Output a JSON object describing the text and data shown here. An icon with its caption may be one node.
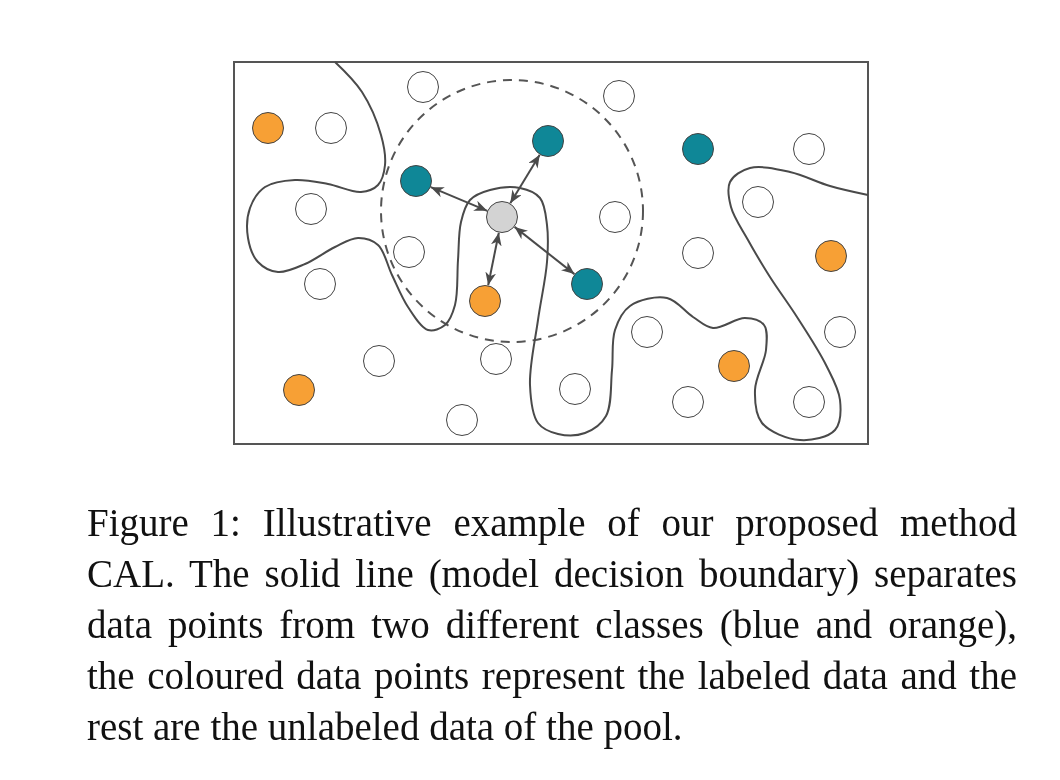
{
  "diagram": {
    "caption": "Figure 1: Illustrative example of our proposed method CAL. The solid line (model decision boundary) separates data points from two different classes (blue and orange), the coloured data points represent the labeled data and the rest are the unlabeled data of the pool.",
    "nodes": [
      {
        "text": [],
        "shape": "circle"
      },
      {
        "text": [],
        "shape": "circle"
      },
      {
        "text": [],
        "shape": "circle"
      },
      {
        "text": [],
        "shape": "circle"
      },
      {
        "text": [],
        "shape": "circle"
      },
      {
        "text": [],
        "shape": "circle"
      },
      {
        "text": [],
        "shape": "circle"
      },
      {
        "text": [],
        "shape": "circle"
      },
      {
        "text": [],
        "shape": "circle"
      },
      {
        "text": [],
        "shape": "circle"
      },
      {
        "text": [],
        "shape": "circle"
      },
      {
        "text": [],
        "shape": "circle"
      },
      {
        "text": [],
        "shape": "circle"
      },
      {
        "text": [],
        "shape": "circle"
      },
      {
        "text": [],
        "shape": "circle"
      },
      {
        "text": [],
        "shape": "circle"
      },
      {
        "text": [],
        "shape": "circle"
      },
      {
        "text": [],
        "shape": "circle"
      },
      {
        "text": [],
        "shape": "circle"
      },
      {
        "text": [],
        "shape": "circle"
      },
      {
        "text": [],
        "shape": "circle"
      },
      {
        "text": [],
        "shape": "circle"
      },
      {
        "text": [],
        "shape": "circle"
      },
      {
        "text": [],
        "shape": "circle"
      },
      {
        "text": [],
        "shape": "circle"
      },
      {
        "text": [],
        "shape": "circle"
      },
      {
        "text": [],
        "shape": "circle"
      },
      {
        "text": [],
        "shape": "circle"
      }
    ],
    "edges": [
      {
        "from": 10,
        "to": 7,
        "arrow": "both"
      },
      {
        "from": 10,
        "to": 4,
        "arrow": "both"
      },
      {
        "from": 10,
        "to": 16,
        "arrow": "both"
      },
      {
        "from": 10,
        "to": 17,
        "arrow": "both"
      }
    ]
  }
}
